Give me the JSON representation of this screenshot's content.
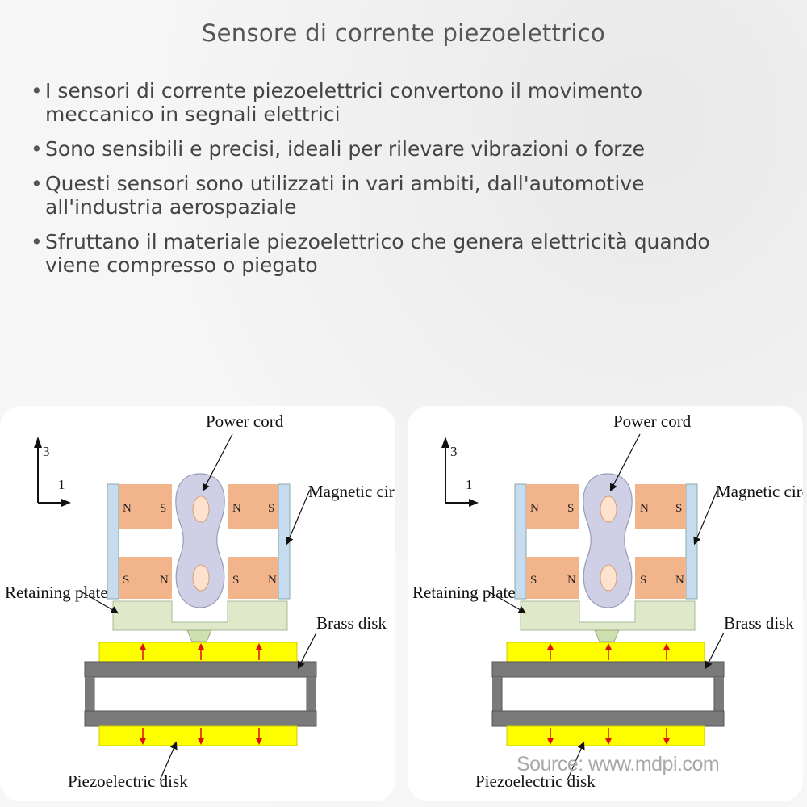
{
  "title": "Sensore di corrente piezoelettrico",
  "bullets": [
    "I sensori di corrente piezoelettrici convertono il movimento meccanico in segnali elettrici",
    "Sono sensibili e precisi, ideali per rilevare vibrazioni o forze",
    "Questi sensori sono utilizzati in vari ambiti, dall'automotive all'industria aerospaziale",
    "Sfruttano il materiale piezoelettrico che genera elettricità quando viene compresso o piegato"
  ],
  "diagram": {
    "labels": {
      "power_cord": "Power cord",
      "magnetic_circuit": "Magnetic circuit",
      "retaining_plate": "Retaining plate",
      "brass_disk": "Brass disk",
      "piezoelectric_disk": "Piezoelectric disk"
    },
    "axis": {
      "vertical": "3",
      "horizontal": "1"
    },
    "poles": {
      "north": "N",
      "south": "S"
    },
    "colors": {
      "magnet": "#f2b48a",
      "magnetic_circuit": "#c8dcef",
      "retaining_plate": "#dfe8c8",
      "piezo_disk": "#ffff00",
      "brass_disk": "#7a7a7a",
      "power_cord": "#cfd0e6",
      "arrow": "#e01010"
    }
  },
  "source": "Source: www.mdpi.com"
}
